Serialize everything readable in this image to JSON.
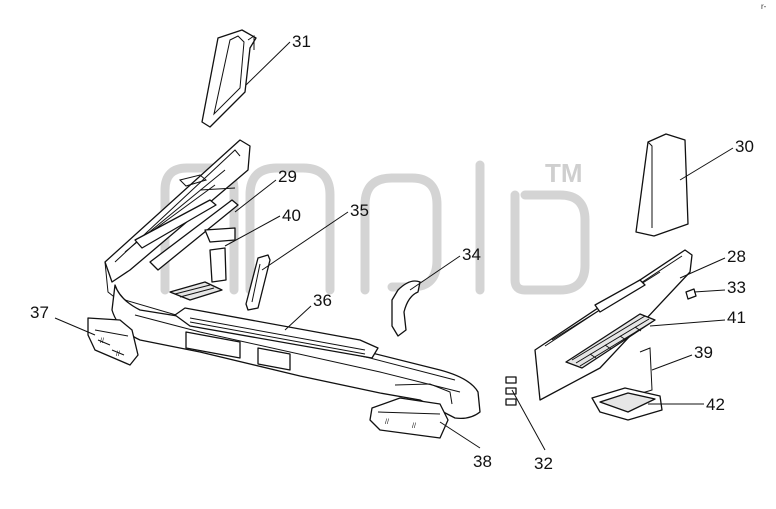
{
  "diagram": {
    "corner_mark": "r-",
    "watermark": {
      "trademark": "TM"
    },
    "callouts": [
      {
        "id": "c31",
        "label": "31"
      },
      {
        "id": "c30",
        "label": "30"
      },
      {
        "id": "c29",
        "label": "29"
      },
      {
        "id": "c40",
        "label": "40"
      },
      {
        "id": "c35",
        "label": "35"
      },
      {
        "id": "c34",
        "label": "34"
      },
      {
        "id": "c28",
        "label": "28"
      },
      {
        "id": "c33",
        "label": "33"
      },
      {
        "id": "c37",
        "label": "37"
      },
      {
        "id": "c36",
        "label": "36"
      },
      {
        "id": "c41",
        "label": "41"
      },
      {
        "id": "c39",
        "label": "39"
      },
      {
        "id": "c42",
        "label": "42"
      },
      {
        "id": "c38",
        "label": "38"
      },
      {
        "id": "c32",
        "label": "32"
      }
    ]
  }
}
